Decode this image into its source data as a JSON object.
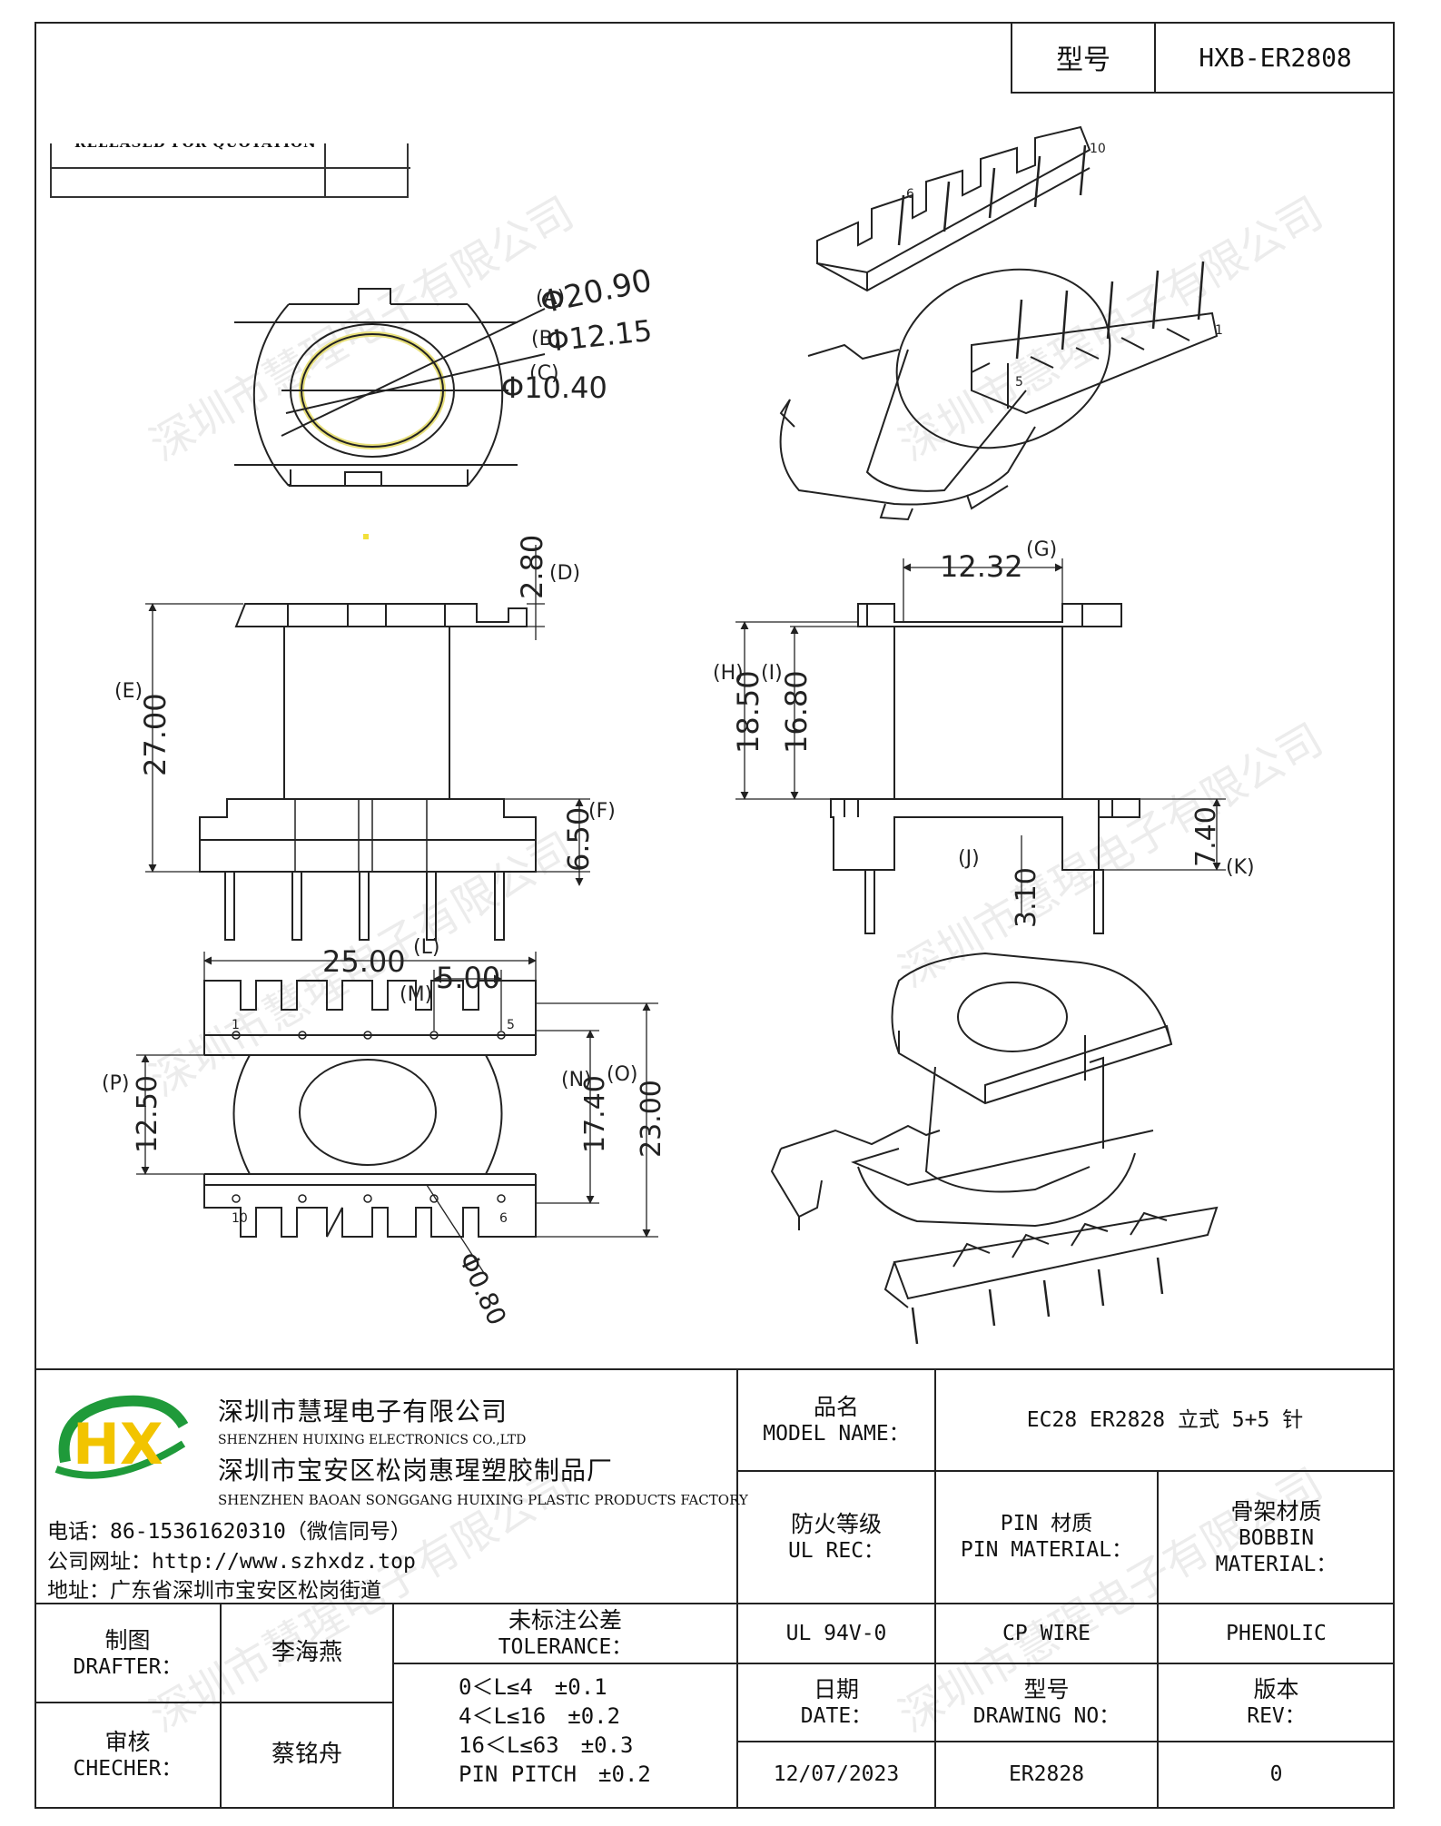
{
  "header": {
    "model_label": "型号",
    "model_value": "HXB-ER2808"
  },
  "watermark": "深圳市慧瑆电子有限公司",
  "top_left_stamp": "RELEASED FOR QUOTATION",
  "drawing": {
    "dims": {
      "A": "(A)",
      "A_val": "Φ20.90",
      "B": "(B)",
      "B_val": "Φ12.15",
      "C": "(C)",
      "C_val": "Φ10.40",
      "D": "(D)",
      "D_val": "2.80",
      "E": "(E)",
      "E_val": "27.00",
      "F": "(F)",
      "F_val": "6.50",
      "G": "(G)",
      "G_val": "12.32",
      "H": "(H)",
      "H_val": "18.50",
      "I": "(I)",
      "I_val": "16.80",
      "J": "(J)",
      "J_val": "3.10",
      "K": "(K)",
      "K_val": "7.40",
      "L": "(L)",
      "L_val": "25.00",
      "M": "(M)",
      "M_val": "5.00",
      "N": "(N)",
      "N_val": "17.40",
      "O": "(O)",
      "O_val": "23.00",
      "P": "(P)",
      "P_val": "12.50",
      "Q_val": "Φ0.80"
    },
    "pin_labels": {
      "p1": "1",
      "p5": "5",
      "p6": "6",
      "p10": "10"
    }
  },
  "company": {
    "name_cn": "深圳市慧瑆电子有限公司",
    "name_en": "SHENZHEN HUIXING ELECTRONICS CO.,LTD",
    "factory_cn": "深圳市宝安区松岗惠瑆塑胶制品厂",
    "factory_en": "SHENZHEN BAOAN SONGGANG HUIXING PLASTIC PRODUCTS FACTORY",
    "phone": "电话：86-15361620310（微信同号）",
    "website": "公司网址：http://www.szhxdz.top",
    "address": "地址：广东省深圳市宝安区松岗街道",
    "logo_letters": "HX",
    "logo_colors": {
      "green": "#1f9a3a",
      "yellow": "#f2c400"
    }
  },
  "title_block": {
    "model_name_cn": "品名",
    "model_name_en": "MODEL NAME：",
    "model_name_value": "EC28 ER2828 立式 5+5 针",
    "ul_cn": "防火等级",
    "ul_en": "UL REC：",
    "pin_cn": "PIN 材质",
    "pin_en": "PIN MATERIAL：",
    "bobbin_cn": "骨架材质",
    "bobbin_en1": "BOBBIN",
    "bobbin_en2": "MATERIAL：",
    "ul_value": "UL 94V-0",
    "pin_value": "CP WIRE",
    "bobbin_value": "PHENOLIC",
    "drafter_cn": "制图",
    "drafter_en": "DRAFTER：",
    "drafter_name": "李海燕",
    "checker_cn": "审核",
    "checker_en": "CHECHER：",
    "checker_name": "蔡铭舟",
    "tolerance_cn": "未标注公差",
    "tolerance_en": "TOLERANCE：",
    "tolerances": [
      "0＜L≤4　±0.1",
      "4＜L≤16　±0.2",
      "16＜L≤63　±0.3",
      "PIN PITCH　±0.2"
    ],
    "date_cn": "日期",
    "date_en": "DATE：",
    "drawing_no_cn": "型号",
    "drawing_no_en": "DRAWING NO：",
    "rev_cn": "版本",
    "rev_en": "REV：",
    "date_value": "12/07/2023",
    "drawing_no_value": "ER2828",
    "rev_value": "0"
  }
}
